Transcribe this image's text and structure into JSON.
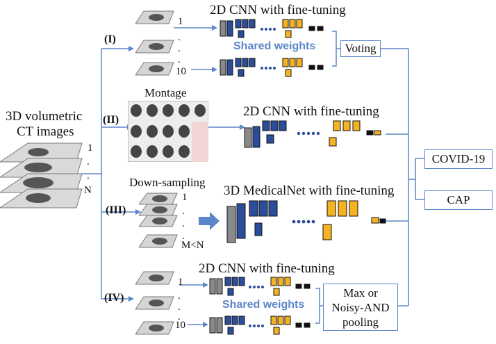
{
  "input": {
    "line1": "3D volumetric",
    "line2": "CT images",
    "idx_first": "1",
    "idx_last": "N"
  },
  "branches": {
    "b1": {
      "roman": "(I)",
      "network": "2D CNN with fine-tuning",
      "shared": "Shared weights",
      "idx_first": "1",
      "idx_last": "10",
      "aggregator": "Voting"
    },
    "b2": {
      "roman": "(II)",
      "montage": "Montage",
      "network": "2D CNN with fine-tuning"
    },
    "b3": {
      "roman": "(III)",
      "sampling": "Down-sampling",
      "network": "3D MedicalNet with fine-tuning",
      "idx_first": "1",
      "idx_last": "M<N"
    },
    "b4": {
      "roman": "(IV)",
      "network": "2D CNN with fine-tuning",
      "shared": "Shared weights",
      "idx_first": "1",
      "idx_last": "10",
      "agg_line1": "Max or",
      "agg_line2": "Noisy-AND",
      "agg_line3": "pooling"
    }
  },
  "outputs": {
    "covid": "COVID-19",
    "cap": "CAP"
  },
  "colors": {
    "line": "#5b86c7",
    "blue_block": "#2c4d9b",
    "yellow_block": "#f5b324",
    "gray_block": "#8a8a8a",
    "accent_text": "#5b86c7"
  }
}
